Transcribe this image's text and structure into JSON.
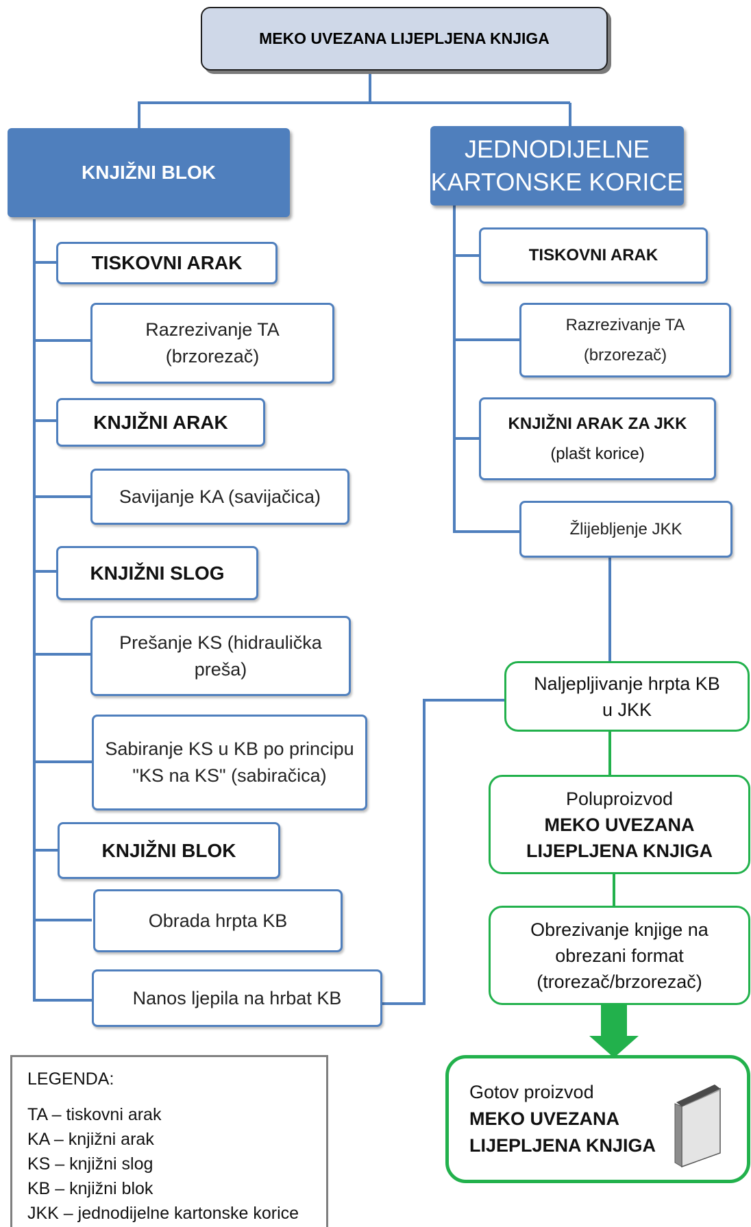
{
  "title": "MEKO UVEZANA LIJEPLJENA KNJIGA",
  "left": {
    "header": "KNJIŽNI BLOK",
    "items": [
      {
        "text": "TISKOVNI ARAK"
      },
      {
        "text": "Razrezivanje TA (brzorezač)"
      },
      {
        "text": "KNJIŽNI ARAK"
      },
      {
        "text": "Savijanje  KA (savijačica)"
      },
      {
        "text": "KNJIŽNI SLOG"
      },
      {
        "text": "Prešanje KS (hidraulička preša)"
      },
      {
        "text": "Sabiranje KS u KB po principu \"KS na KS\" (sabiračica)"
      },
      {
        "text": "KNJIŽNI BLOK"
      },
      {
        "text": "Obrada hrpta KB"
      },
      {
        "text": "Nanos ljepila na hrbat KB"
      }
    ]
  },
  "right": {
    "header": "JEDNODIJELNE KARTONSKE KORICE",
    "items": [
      {
        "text": "TISKOVNI ARAK"
      },
      {
        "text": "Razrezivanje TA (brzorezač)"
      },
      {
        "text": "KNJIŽNI ARAK ZA JKK",
        "sub": "(plašt korice)"
      },
      {
        "text": "Žlijebljenje JKK"
      }
    ]
  },
  "flow": {
    "glue": "Naljepljivanje hrpta KB u JKK",
    "semi_label": "Poluproizvod",
    "semi_product": "MEKO UVEZANA LIJEPLJENA KNJIGA",
    "trim": "Obrezivanje knjige na obrezani format (trorezač/brzorezač)",
    "final_label": "Gotov proizvod",
    "final_product_1": "MEKO UVEZANA",
    "final_product_2": "LIJEPLJENA KNJIGA"
  },
  "legend": {
    "title": "LEGENDA:",
    "entries": [
      "TA – tiskovni arak",
      "KA – knjižni arak",
      "KS – knjižni slog",
      "KB – knjižni blok",
      "JKK – jednodijelne kartonske korice"
    ]
  },
  "colors": {
    "blue": "#4f7fbd",
    "green": "#22b14c",
    "top_fill": "#cfd8e8"
  },
  "icons": {
    "book": "book-icon",
    "arrow": "down-arrow-icon"
  }
}
